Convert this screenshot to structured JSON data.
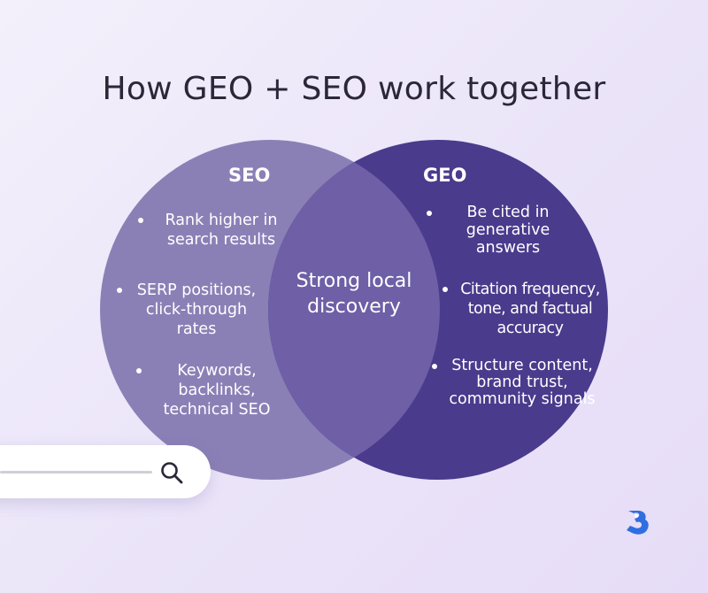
{
  "title": "How GEO + SEO work together",
  "seo": {
    "label": "SEO",
    "items": [
      "Rank higher in search results",
      "SERP positions, click-through rates",
      "Keywords, backlinks, technical SEO"
    ]
  },
  "geo": {
    "label": "GEO",
    "items": [
      "Be cited in generative answers",
      "Citation frequency, tone, and factual accuracy",
      "Structure content, brand trust, community signals"
    ]
  },
  "overlap": {
    "label": "Strong local discovery"
  },
  "colors": {
    "seo_circle": "#8b80b6",
    "geo_circle": "#4a3b8c",
    "overlap": "#6e5fa6",
    "background": "#eee8f9",
    "title": "#2b2738",
    "logo": "#2f6fe0"
  },
  "icons": {
    "search": "search-icon",
    "logo": "brand-bird-logo"
  }
}
